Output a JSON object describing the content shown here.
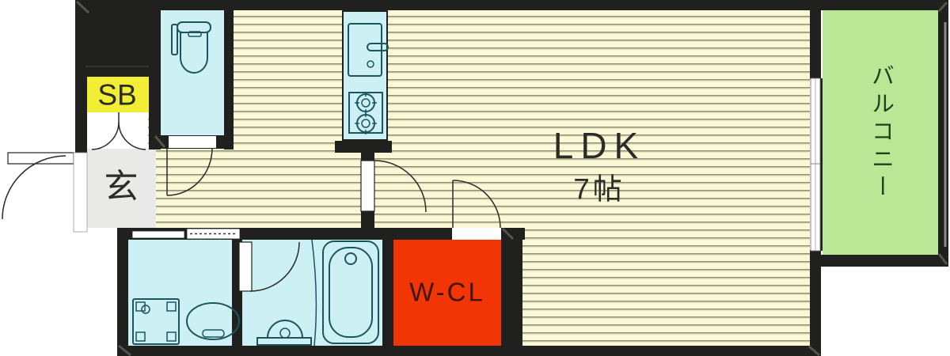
{
  "title": "apartment-floor-plan-1ldk",
  "labels": {
    "ldk": "LDK",
    "ldk_size": "7帖",
    "genkan": "玄",
    "shoe_box": "SB",
    "walk_in_closet": "W-CL",
    "balcony": "バルコニー"
  },
  "colors": {
    "wall": "#20201e",
    "floor": "#fbf8d5",
    "stripe": "#90907a",
    "stripe_light": "#e9e6c6",
    "water": "#cdf0f4",
    "fixture": "#1d555e",
    "closet": "#f23505",
    "closet_text": "#3f1506",
    "balcony": "#b9e795",
    "balcony_text": "#20421a",
    "shoe_box": "#f2ee35",
    "genkan": "#e9e9e7",
    "text": "#2b2b27"
  },
  "fixtures": [
    "toilet",
    "kitchen-sink",
    "gas-stove",
    "washing-machine",
    "wash-basin",
    "bathtub",
    "bath-counter",
    "shower-partition",
    "sliding-window",
    "entrance-door",
    "shoe-box-doors",
    "toilet-door",
    "kitchen-door",
    "bathroom-door",
    "closet-door",
    "accordion-door"
  ]
}
